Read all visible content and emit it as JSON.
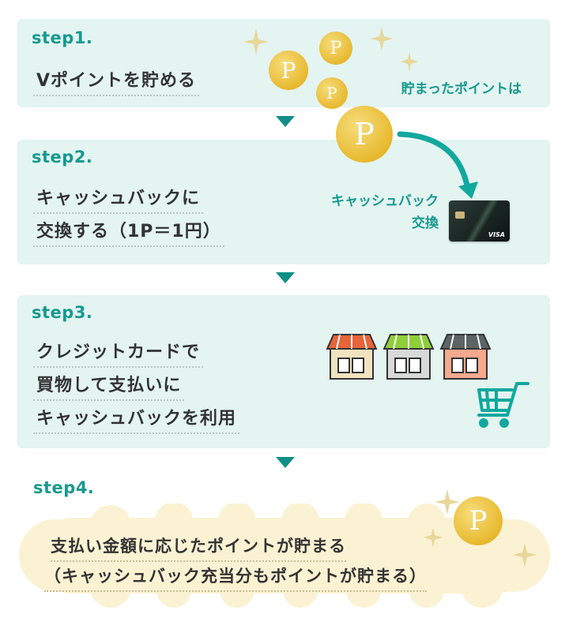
{
  "steps": [
    {
      "label": "step1.",
      "lines": [
        "Vポイントを貯める"
      ]
    },
    {
      "label": "step2.",
      "lines": [
        "キャッシュバックに",
        "交換する（1P＝1円）"
      ]
    },
    {
      "label": "step3.",
      "lines": [
        "クレジットカードで",
        "買物して支払いに",
        "キャッシュバックを利用"
      ]
    },
    {
      "label": "step4.",
      "lines": [
        "支払い金額に応じたポイントが貯まる",
        "（キャッシュバック充当分もポイントが貯まる）"
      ]
    }
  ],
  "annotations": {
    "saved_points": "貯まったポイントは",
    "exchange_1": "キャッシュバック",
    "exchange_2": "交換"
  },
  "coin_letter": "P",
  "card_brand": "VISA",
  "colors": {
    "accent": "#17998f",
    "arrow": "#0f8f87",
    "panel": "#e3f4f1",
    "cloud": "#fbf2d3",
    "coin": "#e8b92f",
    "text": "#333333"
  }
}
